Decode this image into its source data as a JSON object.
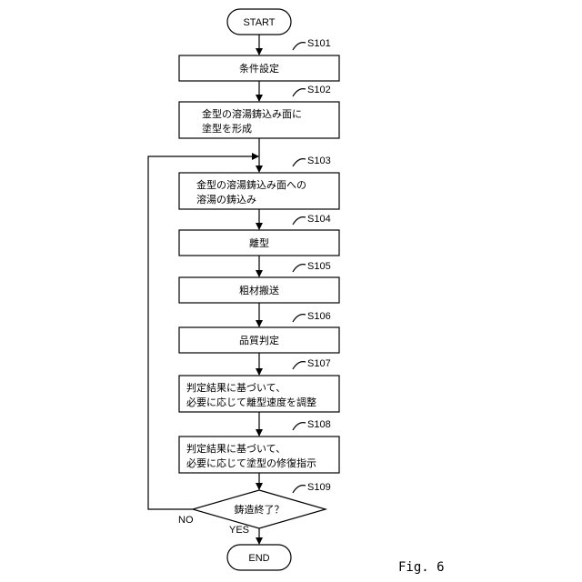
{
  "start": "START",
  "end": "END",
  "figure_label": "Fig. 6",
  "steps": {
    "s101": {
      "id": "S101",
      "text": [
        "条件設定"
      ]
    },
    "s102": {
      "id": "S102",
      "text": [
        "金型の溶湯鋳込み面に",
        "塗型を形成"
      ]
    },
    "s103": {
      "id": "S103",
      "text": [
        "金型の溶湯鋳込み面への",
        "溶湯の鋳込み"
      ]
    },
    "s104": {
      "id": "S104",
      "text": [
        "離型"
      ]
    },
    "s105": {
      "id": "S105",
      "text": [
        "粗材搬送"
      ]
    },
    "s106": {
      "id": "S106",
      "text": [
        "品質判定"
      ]
    },
    "s107": {
      "id": "S107",
      "text": [
        "判定結果に基づいて、",
        "必要に応じて離型速度を調整"
      ]
    },
    "s108": {
      "id": "S108",
      "text": [
        "判定結果に基づいて、",
        "必要に応じて塗型の修復指示"
      ]
    }
  },
  "decision": {
    "id": "S109",
    "text": "鋳造終了？",
    "no": "NO",
    "yes": "YES"
  }
}
